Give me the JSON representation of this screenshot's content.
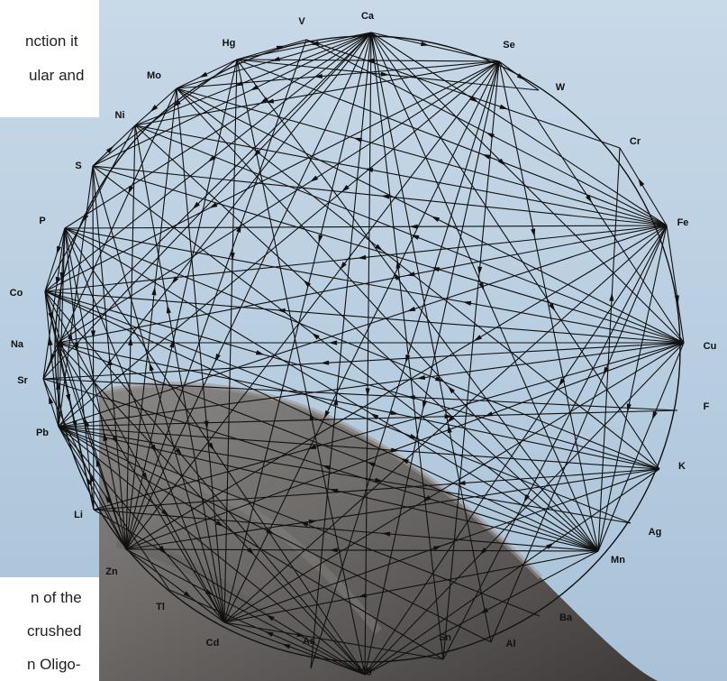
{
  "text_fragments": {
    "top_line_1": "nction it",
    "top_line_2": "ular and",
    "bottom_line_1": "n of the",
    "bottom_line_2": "crushed",
    "bottom_line_3": "n Oligo-"
  },
  "diagram": {
    "nodes": [
      {
        "id": "Ca",
        "label": "Ca"
      },
      {
        "id": "Se",
        "label": "Se"
      },
      {
        "id": "W",
        "label": "W"
      },
      {
        "id": "Cr",
        "label": "Cr"
      },
      {
        "id": "Fe",
        "label": "Fe"
      },
      {
        "id": "Cu",
        "label": "Cu"
      },
      {
        "id": "F",
        "label": "F"
      },
      {
        "id": "K",
        "label": "K"
      },
      {
        "id": "Ag",
        "label": "Ag"
      },
      {
        "id": "Mn",
        "label": "Mn"
      },
      {
        "id": "Ba",
        "label": "Ba"
      },
      {
        "id": "Al",
        "label": "Al"
      },
      {
        "id": "Sn",
        "label": "Sn"
      },
      {
        "id": "Mg",
        "label": "Mg"
      },
      {
        "id": "As",
        "label": "As"
      },
      {
        "id": "Cd",
        "label": "Cd"
      },
      {
        "id": "Tl",
        "label": "Tl"
      },
      {
        "id": "Zn",
        "label": "Zn"
      },
      {
        "id": "Li",
        "label": "Li"
      },
      {
        "id": "Pb",
        "label": "Pb"
      },
      {
        "id": "Sr",
        "label": "Sr"
      },
      {
        "id": "Na",
        "label": "Na"
      },
      {
        "id": "Co",
        "label": "Co"
      },
      {
        "id": "P",
        "label": "P"
      },
      {
        "id": "S",
        "label": "S"
      },
      {
        "id": "Ni",
        "label": "Ni"
      },
      {
        "id": "Mo",
        "label": "Mo"
      },
      {
        "id": "Hg",
        "label": "Hg"
      },
      {
        "id": "V",
        "label": "V"
      }
    ],
    "edges": [
      [
        "Ca",
        "Fe"
      ],
      [
        "Ca",
        "Cu"
      ],
      [
        "Ca",
        "Mn"
      ],
      [
        "Ca",
        "Mg"
      ],
      [
        "Ca",
        "Zn"
      ],
      [
        "Ca",
        "P"
      ],
      [
        "Ca",
        "S"
      ],
      [
        "Ca",
        "Co"
      ],
      [
        "Ca",
        "Na"
      ],
      [
        "Ca",
        "Pb"
      ],
      [
        "Ca",
        "Cd"
      ],
      [
        "Ca",
        "Hg"
      ],
      [
        "Ca",
        "Mo"
      ],
      [
        "Ca",
        "Ni"
      ],
      [
        "Ca",
        "K"
      ],
      [
        "Ca",
        "Sr"
      ],
      [
        "Ca",
        "Se"
      ],
      [
        "Se",
        "Hg"
      ],
      [
        "Se",
        "Mo"
      ],
      [
        "Se",
        "Cd"
      ],
      [
        "Se",
        "Pb"
      ],
      [
        "Se",
        "Zn"
      ],
      [
        "Se",
        "As"
      ],
      [
        "Se",
        "Mg"
      ],
      [
        "Se",
        "Ni"
      ],
      [
        "Se",
        "Sn"
      ],
      [
        "Se",
        "Na"
      ],
      [
        "Se",
        "Cu"
      ],
      [
        "Se",
        "W"
      ],
      [
        "Se",
        "Co"
      ],
      [
        "Se",
        "Mn"
      ],
      [
        "Fe",
        "P"
      ],
      [
        "Fe",
        "Co"
      ],
      [
        "Fe",
        "Ni"
      ],
      [
        "Fe",
        "Mo"
      ],
      [
        "Fe",
        "Zn"
      ],
      [
        "Fe",
        "Pb"
      ],
      [
        "Fe",
        "Cd"
      ],
      [
        "Fe",
        "Mn"
      ],
      [
        "Fe",
        "Cu"
      ],
      [
        "Fe",
        "Mg"
      ],
      [
        "Fe",
        "Hg"
      ],
      [
        "Fe",
        "S"
      ],
      [
        "Fe",
        "Cr"
      ],
      [
        "Fe",
        "Sn"
      ],
      [
        "Fe",
        "Al"
      ],
      [
        "Fe",
        "Na"
      ],
      [
        "Fe",
        "V"
      ],
      [
        "Cu",
        "Na"
      ],
      [
        "Cu",
        "Co"
      ],
      [
        "Cu",
        "Zn"
      ],
      [
        "Cu",
        "Pb"
      ],
      [
        "Cu",
        "Mo"
      ],
      [
        "Cu",
        "Cd"
      ],
      [
        "Cu",
        "Mg"
      ],
      [
        "Cu",
        "P"
      ],
      [
        "Cu",
        "S"
      ],
      [
        "Cu",
        "Ni"
      ],
      [
        "Cu",
        "Sr"
      ],
      [
        "Cu",
        "Li"
      ],
      [
        "Cu",
        "Mn"
      ],
      [
        "Mn",
        "P"
      ],
      [
        "Mn",
        "Pb"
      ],
      [
        "Mn",
        "Zn"
      ],
      [
        "Mn",
        "Cd"
      ],
      [
        "Mn",
        "Co"
      ],
      [
        "Mn",
        "Na"
      ],
      [
        "Mn",
        "Mg"
      ],
      [
        "Mn",
        "S"
      ],
      [
        "Mn",
        "Ni"
      ],
      [
        "Mn",
        "Mo"
      ],
      [
        "Mn",
        "Li"
      ],
      [
        "Mn",
        "Sr"
      ],
      [
        "Mn",
        "Hg"
      ],
      [
        "Mn",
        "Cr"
      ],
      [
        "Zn",
        "P"
      ],
      [
        "Zn",
        "Na"
      ],
      [
        "Zn",
        "Co"
      ],
      [
        "Zn",
        "Pb"
      ],
      [
        "Zn",
        "Cd"
      ],
      [
        "Zn",
        "Mg"
      ],
      [
        "Zn",
        "Hg"
      ],
      [
        "Zn",
        "S"
      ],
      [
        "Zn",
        "Mo"
      ],
      [
        "Zn",
        "V"
      ],
      [
        "Zn",
        "K"
      ],
      [
        "Zn",
        "Sr"
      ],
      [
        "Zn",
        "Ni"
      ],
      [
        "Pb",
        "K"
      ],
      [
        "Pb",
        "Cd"
      ],
      [
        "Pb",
        "Mg"
      ],
      [
        "Pb",
        "P"
      ],
      [
        "Pb",
        "Na"
      ],
      [
        "Pb",
        "Sr"
      ],
      [
        "Pb",
        "Co"
      ],
      [
        "Pb",
        "S"
      ],
      [
        "Pb",
        "Sn"
      ],
      [
        "Pb",
        "Al"
      ],
      [
        "Pb",
        "Ag"
      ],
      [
        "Pb",
        "F"
      ],
      [
        "P",
        "Co"
      ],
      [
        "P",
        "Na"
      ],
      [
        "P",
        "Mg"
      ],
      [
        "P",
        "Cd"
      ],
      [
        "P",
        "K"
      ],
      [
        "P",
        "Sr"
      ],
      [
        "P",
        "Li"
      ],
      [
        "Co",
        "Na"
      ],
      [
        "Co",
        "Cd"
      ],
      [
        "Co",
        "Ag"
      ],
      [
        "Co",
        "K"
      ],
      [
        "Co",
        "Mg"
      ],
      [
        "Co",
        "Li"
      ],
      [
        "Na",
        "K"
      ],
      [
        "Na",
        "Mg"
      ],
      [
        "Na",
        "Cd"
      ],
      [
        "Na",
        "Sr"
      ],
      [
        "Na",
        "Li"
      ],
      [
        "Mg",
        "Cd"
      ],
      [
        "Mg",
        "K"
      ],
      [
        "Mg",
        "Li"
      ],
      [
        "Mg",
        "Hg"
      ],
      [
        "Mg",
        "Tl"
      ],
      [
        "Hg",
        "Mo"
      ],
      [
        "Hg",
        "V"
      ],
      [
        "Hg",
        "Cd"
      ],
      [
        "Hg",
        "S"
      ],
      [
        "Hg",
        "W"
      ],
      [
        "Mo",
        "Ni"
      ],
      [
        "Mo",
        "Cd"
      ],
      [
        "Mo",
        "Sr"
      ],
      [
        "Mo",
        "K"
      ],
      [
        "Cd",
        "K"
      ],
      [
        "Cd",
        "S"
      ],
      [
        "Cd",
        "Ni"
      ],
      [
        "Cd",
        "Sn"
      ],
      [
        "S",
        "Ni"
      ],
      [
        "S",
        "Li"
      ],
      [
        "Ni",
        "Co"
      ],
      [
        "V",
        "Cr"
      ],
      [
        "K",
        "Li"
      ],
      [
        "F",
        "Sr"
      ],
      [
        "Ba",
        "Pb"
      ],
      [
        "Tl",
        "Pb"
      ],
      [
        "Sn",
        "Ca"
      ],
      [
        "Al",
        "Ca"
      ],
      [
        "As",
        "Ca"
      ]
    ]
  }
}
